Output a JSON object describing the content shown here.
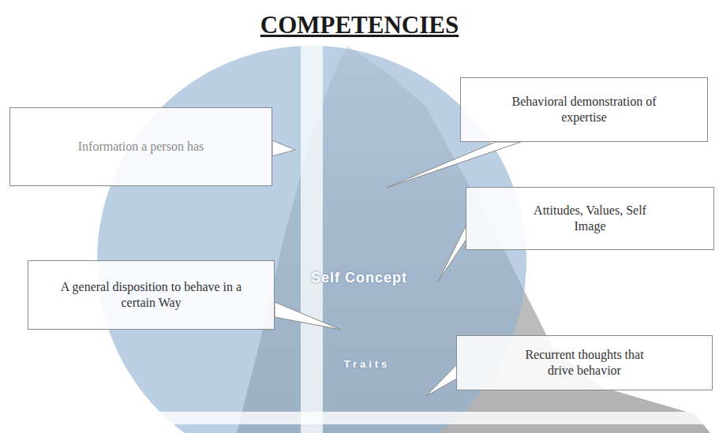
{
  "diagram": {
    "title": "COMPETENCIES",
    "nodes": [
      {
        "text": [
          "Information a person has"
        ]
      },
      {
        "text": [
          "Behavioral demonstration of expertise"
        ]
      },
      {
        "text": [
          "Attitudes, Values, Self Image"
        ]
      },
      {
        "text": [
          "A general disposition to behave in a certain Way"
        ]
      },
      {
        "text": [
          "Recurrent thoughts that drive behavior"
        ]
      }
    ],
    "labels": [
      "Self Concept",
      "Traits"
    ]
  }
}
